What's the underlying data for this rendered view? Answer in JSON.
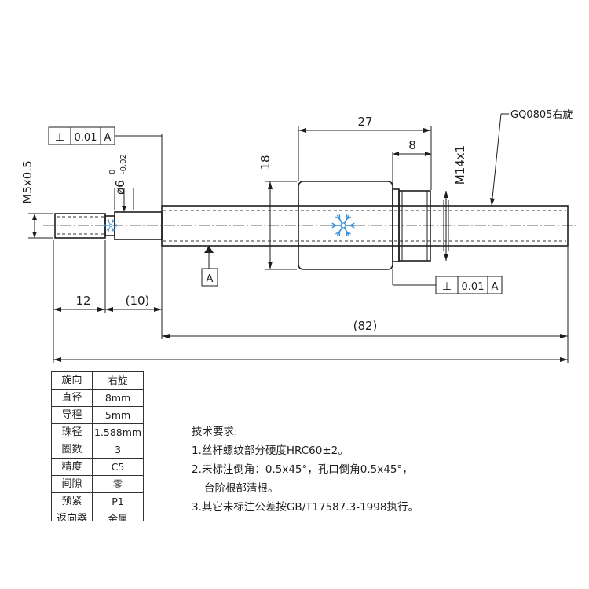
{
  "drawing": {
    "callout_thread": "GQ0805右旋",
    "dim_nut_length": "27",
    "dim_flange_width": "8",
    "dim_nut_diameter": "18",
    "dim_lock_thread": "M14x1",
    "dim_end_thread": "M5x0.5",
    "dim_shaft_diameter": "ø6",
    "tol_upper": "0",
    "tol_lower": "-0.02",
    "dim_thread_length": "12",
    "dim_journal_length": "(10)",
    "dim_total_length": "(82)",
    "tolerance_frame_left": {
      "symbol": "⊥",
      "value": "0.01",
      "datum": "A"
    },
    "tolerance_frame_right": {
      "symbol": "⊥",
      "value": "0.01",
      "datum": "A"
    },
    "datum_label": "A",
    "logo_color": "#3a8fd8"
  },
  "spec_table": {
    "rows": [
      {
        "key": "旋向",
        "value": "右旋"
      },
      {
        "key": "直径",
        "value": "8mm"
      },
      {
        "key": "导程",
        "value": "5mm"
      },
      {
        "key": "珠径",
        "value": "1.588mm"
      },
      {
        "key": "圈数",
        "value": "3"
      },
      {
        "key": "精度",
        "value": "C5"
      },
      {
        "key": "间隙",
        "value": "零"
      },
      {
        "key": "预紧",
        "value": "P1"
      },
      {
        "key": "返向器",
        "value": "金属"
      }
    ]
  },
  "notes": {
    "title": "技术要求:",
    "lines": [
      "1.丝杆螺纹部分硬度HRC60±2。",
      "2.未标注倒角：0.5x45°，孔口倒角0.5x45°，",
      "台阶根部清根。",
      "3.其它未标注公差按GB/T17587.3-1998执行。"
    ]
  }
}
